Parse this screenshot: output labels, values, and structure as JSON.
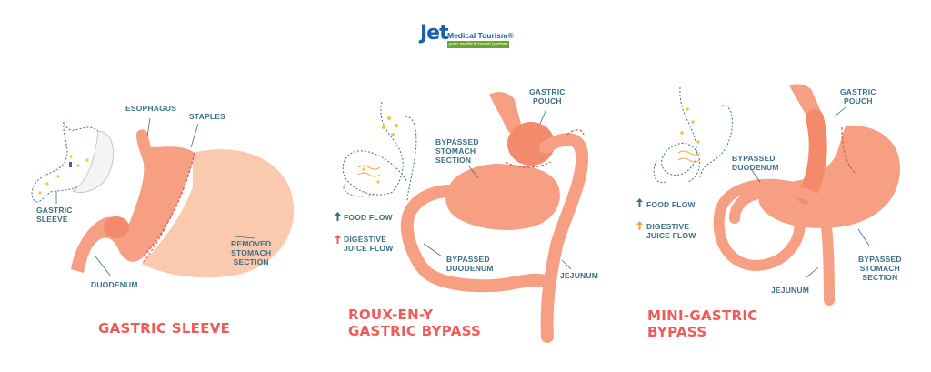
{
  "logo": {
    "brand": "Jet",
    "name": "Medical Tourism®",
    "tagline": "your medical travel partner"
  },
  "panels": [
    {
      "title": "GASTRIC SLEEVE",
      "labels": {
        "esophagus": "ESOPHAGUS",
        "staples": "STAPLES",
        "gastric_sleeve": "GASTRIC\nSLEEVE",
        "duodenum": "DUODENUM",
        "removed": "REMOVED\nSTOMACH\nSECTION"
      }
    },
    {
      "title": "ROUX-EN-Y\nGASTRIC BYPASS",
      "labels": {
        "gastric_pouch": "GASTRIC\nPOUCH",
        "bypassed_stomach": "BYPASSED\nSTOMACH\nSECTION",
        "food_flow": "FOOD FLOW",
        "digestive_flow": "DIGESTIVE\nJUICE FLOW",
        "bypassed_duodenum": "BYPASSED\nDUODENUM",
        "jejunum": "JEJUNUM"
      }
    },
    {
      "title": "MINI-GASTRIC\nBYPASS",
      "labels": {
        "gastric_pouch": "GASTRIC\nPOUCH",
        "bypassed_duodenum": "BYPASSED\nDUODENUM",
        "food_flow": "FOOD FLOW",
        "digestive_flow": "DIGESTIVE\nJUICE FLOW",
        "jejunum": "JEJUNUM",
        "bypassed_stomach": "BYPASSED\nSTOMACH\nSECTION"
      }
    }
  ],
  "colors": {
    "organ": "#f79f82",
    "organ_dark": "#f28a6b",
    "removed": "#fbc9ad",
    "label": "#3a6f86",
    "title": "#f05a57",
    "food_arrow": "#3a6f86",
    "digestive_arrow_panel2": "#f05a57",
    "digestive_arrow_panel3": "#f4a23a"
  }
}
